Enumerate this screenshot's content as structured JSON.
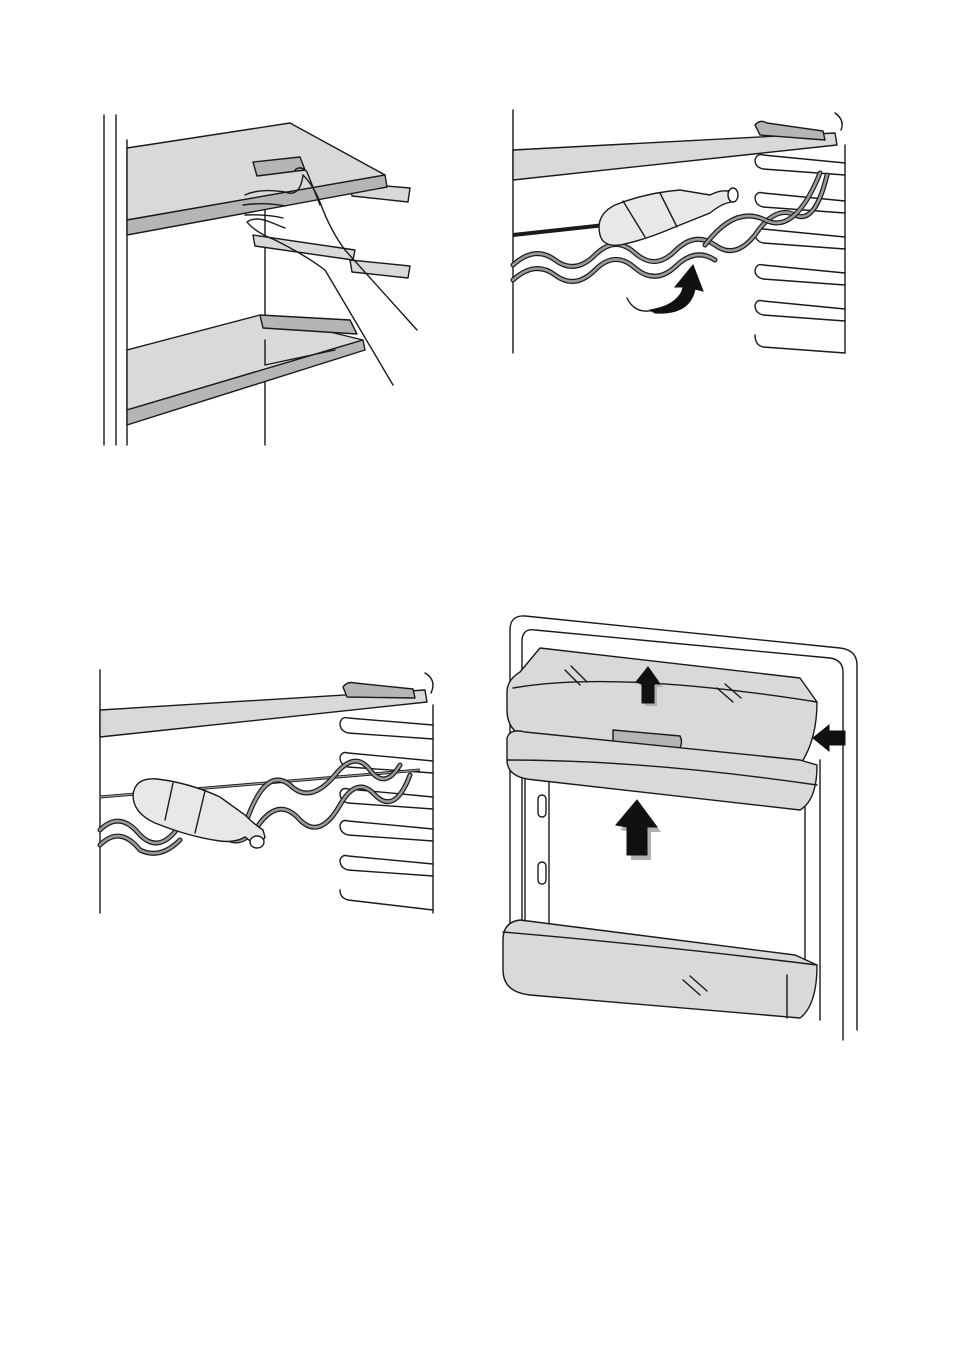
{
  "page": {
    "illustrations": [
      {
        "id": "shelf-removal",
        "icon": "hand-lifting-shelf-icon"
      },
      {
        "id": "bottle-rack-flip",
        "icon": "curved-rotate-arrow-icon"
      },
      {
        "id": "bottle-rack-installed",
        "icon": "wine-bottle-icon"
      },
      {
        "id": "door-balcony-removal",
        "icon": "up-arrow-icon"
      }
    ]
  }
}
